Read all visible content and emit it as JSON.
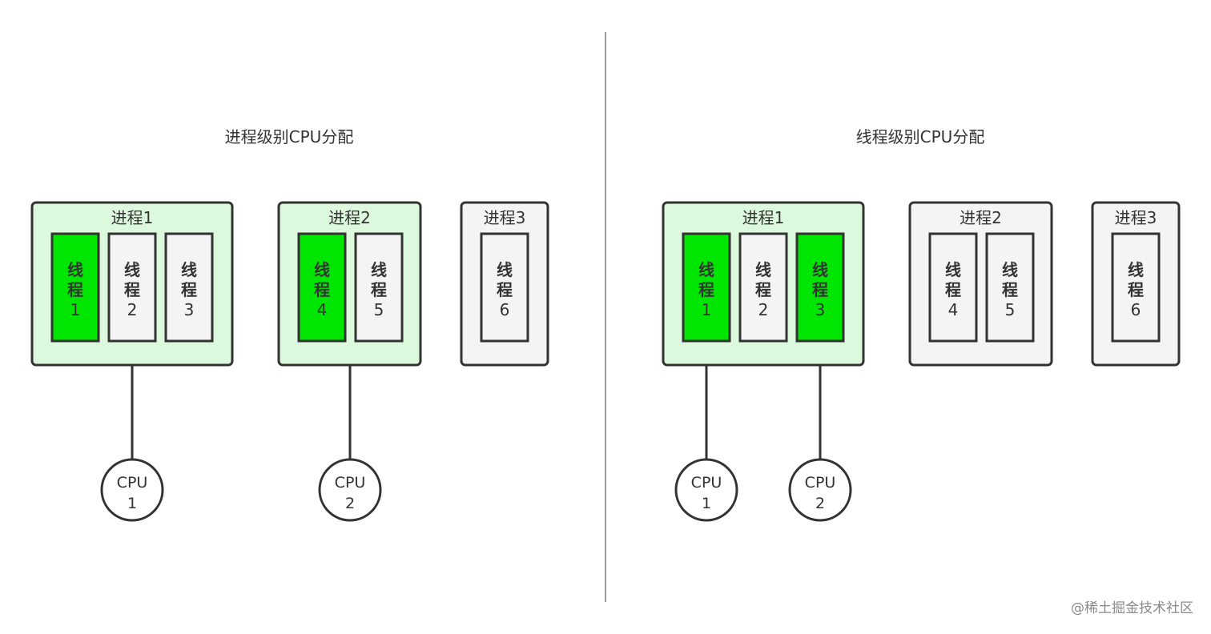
{
  "colors": {
    "active_process_fill": "#ddf9dd",
    "idle_process_fill": "#f4f4f4",
    "active_thread_fill": "#00e600",
    "idle_thread_fill": "#f4f4f4",
    "stroke": "#333333"
  },
  "panels": [
    {
      "title": "进程级别CPU分配",
      "processes": [
        {
          "label": "进程1",
          "active": true,
          "threads": [
            {
              "text": "线程",
              "num": "1",
              "active": true
            },
            {
              "text": "线程",
              "num": "2",
              "active": false
            },
            {
              "text": "线程",
              "num": "3",
              "active": false
            }
          ]
        },
        {
          "label": "进程2",
          "active": true,
          "threads": [
            {
              "text": "线程",
              "num": "4",
              "active": true
            },
            {
              "text": "线程",
              "num": "5",
              "active": false
            }
          ]
        },
        {
          "label": "进程3",
          "active": false,
          "threads": [
            {
              "text": "线程",
              "num": "6",
              "active": false
            }
          ]
        }
      ],
      "cpus": [
        {
          "label": "CPU",
          "num": "1",
          "attached_to": "process:0"
        },
        {
          "label": "CPU",
          "num": "2",
          "attached_to": "process:1"
        }
      ]
    },
    {
      "title": "线程级别CPU分配",
      "processes": [
        {
          "label": "进程1",
          "active": true,
          "threads": [
            {
              "text": "线程",
              "num": "1",
              "active": true
            },
            {
              "text": "线程",
              "num": "2",
              "active": false
            },
            {
              "text": "线程",
              "num": "3",
              "active": true
            }
          ]
        },
        {
          "label": "进程2",
          "active": false,
          "threads": [
            {
              "text": "线程",
              "num": "4",
              "active": false
            },
            {
              "text": "线程",
              "num": "5",
              "active": false
            }
          ]
        },
        {
          "label": "进程3",
          "active": false,
          "threads": [
            {
              "text": "线程",
              "num": "6",
              "active": false
            }
          ]
        }
      ],
      "cpus": [
        {
          "label": "CPU",
          "num": "1",
          "attached_to": "thread:0:0"
        },
        {
          "label": "CPU",
          "num": "2",
          "attached_to": "thread:0:2"
        }
      ]
    }
  ],
  "watermark": "@稀土掘金技术社区"
}
